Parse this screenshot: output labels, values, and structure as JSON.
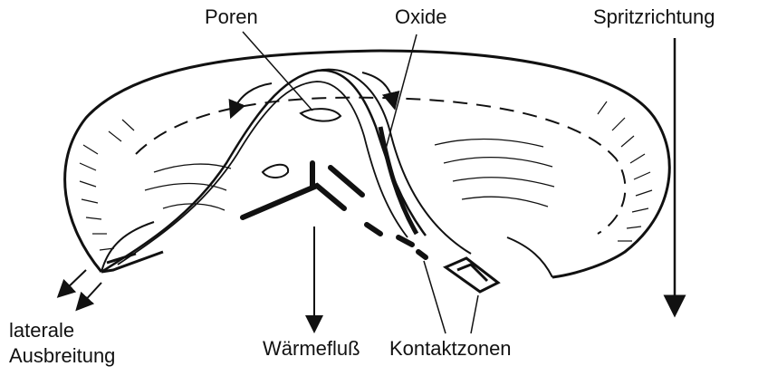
{
  "labels": {
    "poren": "Poren",
    "oxide": "Oxide",
    "spritzrichtung": "Spritzrichtung",
    "laterale_line1": "laterale",
    "laterale_line2": "Ausbreitung",
    "waermefluss": "Wärmefluß",
    "kontaktzonen": "Kontaktzonen"
  },
  "colors": {
    "ink": "#111111",
    "background": "#ffffff"
  }
}
